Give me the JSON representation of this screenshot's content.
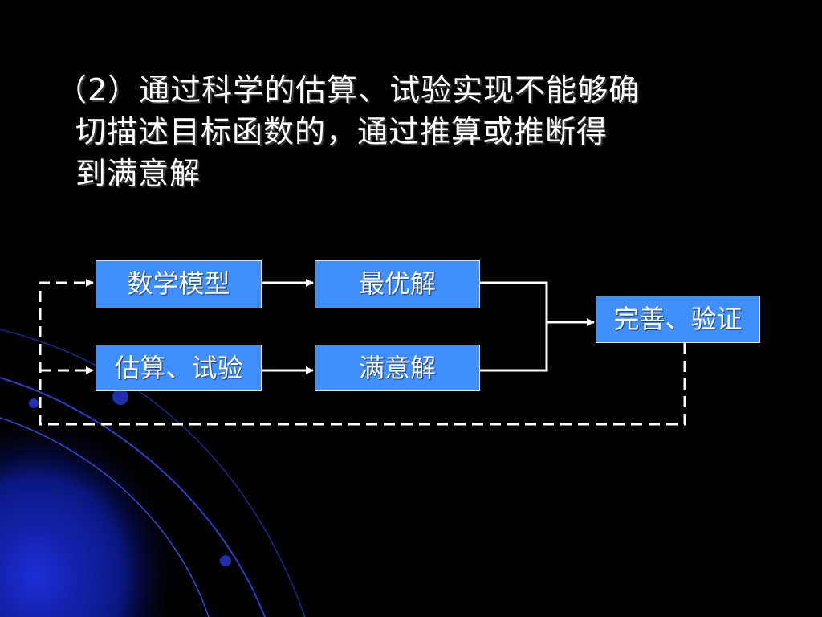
{
  "title": {
    "lines": [
      "（2）通过科学的估算、试验实现不能够确",
      "切描述目标函数的，通过推算或推断得",
      "到满意解"
    ]
  },
  "diagram": {
    "nodes": {
      "math_model": "数学模型",
      "optimal_solution": "最优解",
      "estimate_test": "估算、试验",
      "satisfactory_solution": "满意解",
      "refine_verify": "完善、验证"
    }
  },
  "colors": {
    "background": "#000000",
    "node_fill": "#3f8fff",
    "node_border": "#d8e8ff",
    "text": "#ffffff",
    "line": "#ffffff",
    "decor_arc": "#1f2a9c"
  }
}
